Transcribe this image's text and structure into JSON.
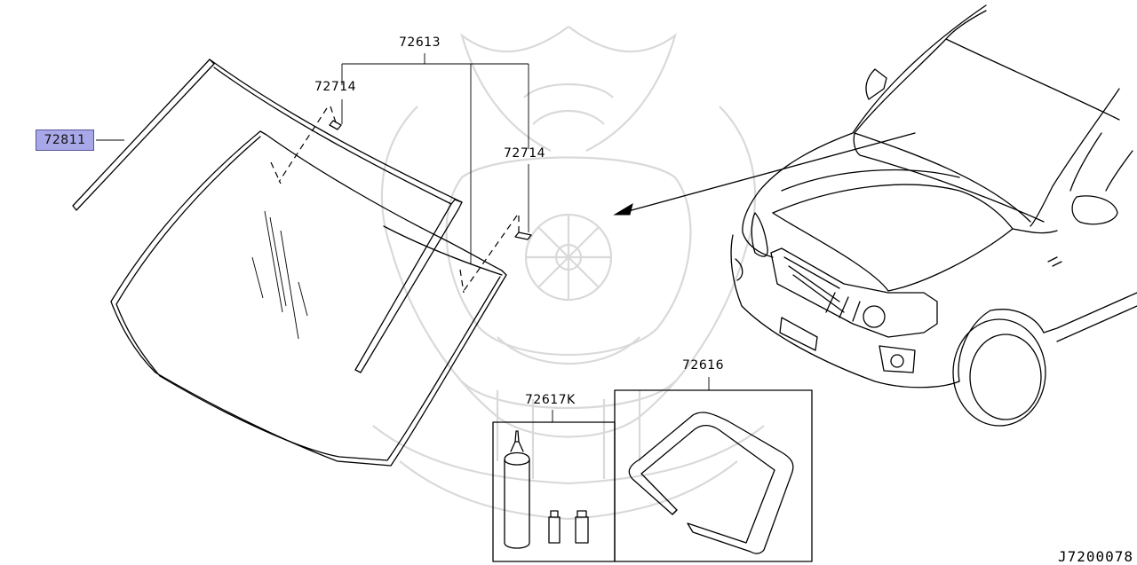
{
  "diagram": {
    "id_label": "J7200078",
    "highlight_color": "#a8a8e8",
    "parts": {
      "glass": "72811",
      "clip_assembly": "72613",
      "clip_upper": "72714",
      "clip_side": "72714",
      "adhesive_kit": "72617K",
      "dam_rubber": "72616"
    }
  }
}
